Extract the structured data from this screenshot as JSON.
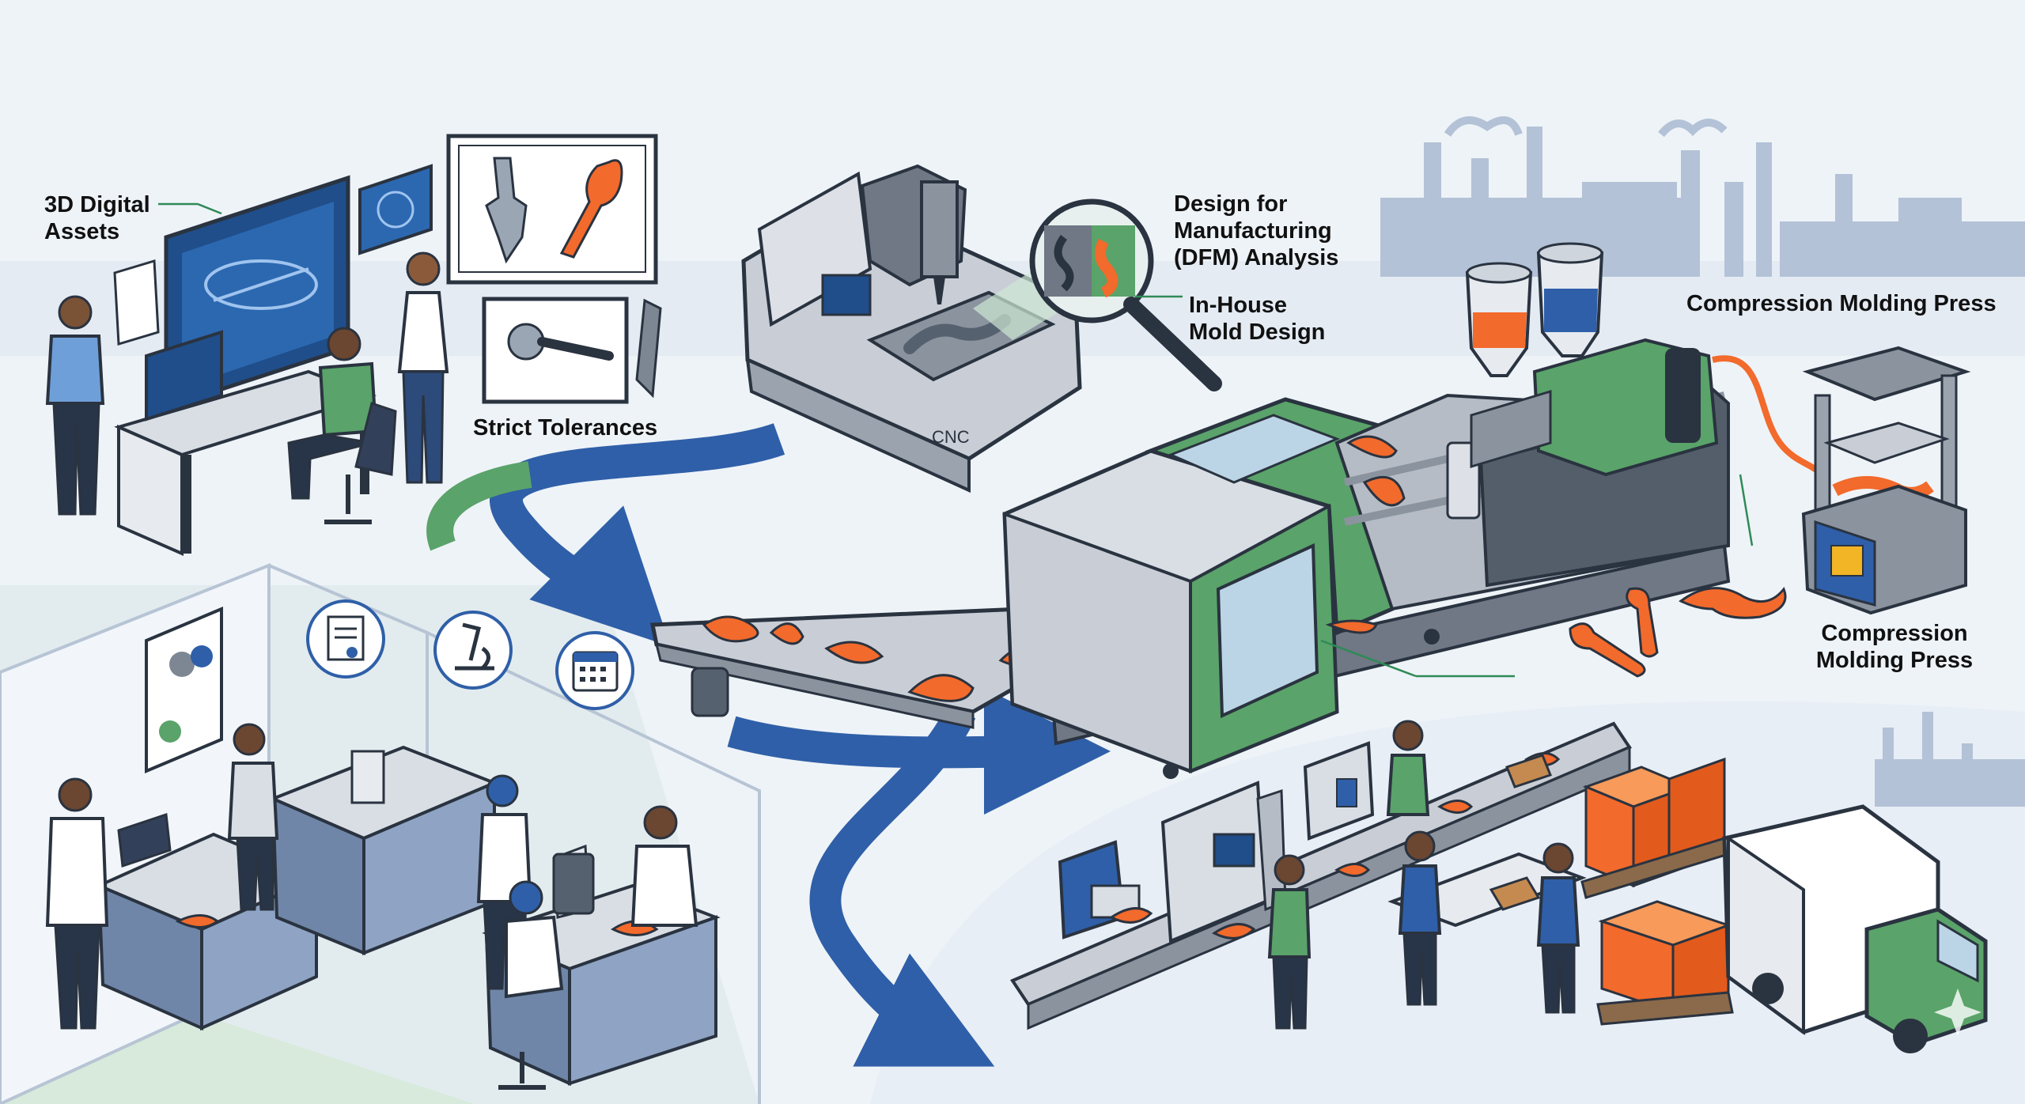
{
  "labels": {
    "digital_assets": "3D Digital\nAssets",
    "strict_tolerances": "Strict Tolerances",
    "dfm_analysis": "Design for\nManufacturing\n(DFM) Analysis",
    "mold_design": "In-House\nMold Design",
    "compression_press_top": "Compression Molding Press",
    "compression_press_bottom": "Compression\nMolding Press"
  },
  "machine_text": {
    "cnc": "CNC"
  },
  "colors": {
    "background": "#eef3f8",
    "flow_arrow": "#2f5fa8",
    "machine_green": "#5aa36a",
    "part_orange": "#f26a2c",
    "machine_gray": "#c9ced6",
    "skyline": "#b3c2d6",
    "leader_green": "#2f8a56"
  },
  "icons": [
    "certificate-icon",
    "microscope-icon",
    "calendar-icon",
    "magnifier-icon",
    "watermark-sparkle-icon"
  ]
}
